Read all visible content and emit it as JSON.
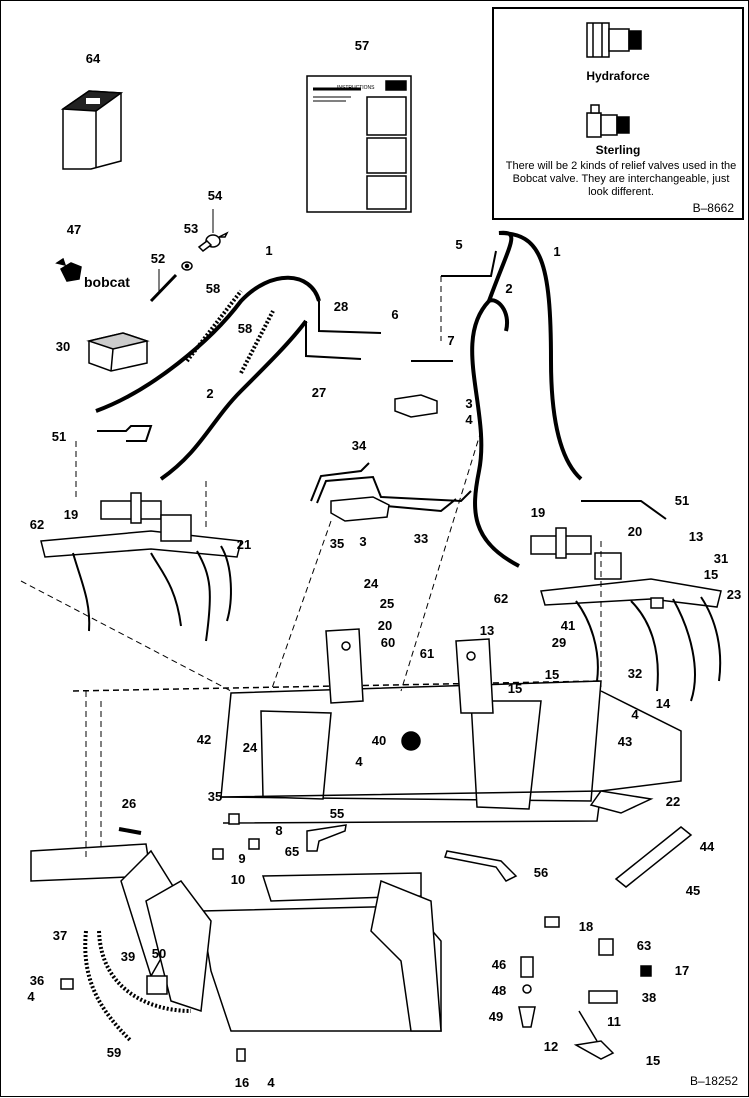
{
  "callouts": [
    {
      "id": "64",
      "text": "64"
    },
    {
      "id": "57",
      "text": "57"
    },
    {
      "id": "54",
      "text": "54"
    },
    {
      "id": "47",
      "text": "47"
    },
    {
      "id": "53",
      "text": "53"
    },
    {
      "id": "52",
      "text": "52"
    },
    {
      "id": "1a",
      "text": "1"
    },
    {
      "id": "5",
      "text": "5"
    },
    {
      "id": "1b",
      "text": "1"
    },
    {
      "id": "58a",
      "text": "58"
    },
    {
      "id": "58b",
      "text": "58"
    },
    {
      "id": "2a",
      "text": "2"
    },
    {
      "id": "28",
      "text": "28"
    },
    {
      "id": "6",
      "text": "6"
    },
    {
      "id": "30",
      "text": "30"
    },
    {
      "id": "7",
      "text": "7"
    },
    {
      "id": "27",
      "text": "27"
    },
    {
      "id": "2b",
      "text": "2"
    },
    {
      "id": "3a",
      "text": "3"
    },
    {
      "id": "4a",
      "text": "4"
    },
    {
      "id": "51a",
      "text": "51"
    },
    {
      "id": "34",
      "text": "34"
    },
    {
      "id": "19a",
      "text": "19"
    },
    {
      "id": "62a",
      "text": "62"
    },
    {
      "id": "21",
      "text": "21"
    },
    {
      "id": "35a",
      "text": "35"
    },
    {
      "id": "3b",
      "text": "3"
    },
    {
      "id": "33",
      "text": "33"
    },
    {
      "id": "51b",
      "text": "51"
    },
    {
      "id": "19b",
      "text": "19"
    },
    {
      "id": "20a",
      "text": "20"
    },
    {
      "id": "13a",
      "text": "13"
    },
    {
      "id": "31",
      "text": "31"
    },
    {
      "id": "15a",
      "text": "15"
    },
    {
      "id": "24a",
      "text": "24"
    },
    {
      "id": "25",
      "text": "25"
    },
    {
      "id": "62b",
      "text": "62"
    },
    {
      "id": "23",
      "text": "23"
    },
    {
      "id": "20b",
      "text": "20"
    },
    {
      "id": "60",
      "text": "60"
    },
    {
      "id": "13b",
      "text": "13"
    },
    {
      "id": "41",
      "text": "41"
    },
    {
      "id": "29",
      "text": "29"
    },
    {
      "id": "61",
      "text": "61"
    },
    {
      "id": "15b",
      "text": "15"
    },
    {
      "id": "32",
      "text": "32"
    },
    {
      "id": "15c",
      "text": "15"
    },
    {
      "id": "14",
      "text": "14"
    },
    {
      "id": "4b",
      "text": "4"
    },
    {
      "id": "42",
      "text": "42"
    },
    {
      "id": "40",
      "text": "40"
    },
    {
      "id": "43",
      "text": "43"
    },
    {
      "id": "24b",
      "text": "24"
    },
    {
      "id": "4c",
      "text": "4"
    },
    {
      "id": "22",
      "text": "22"
    },
    {
      "id": "26",
      "text": "26"
    },
    {
      "id": "35b",
      "text": "35"
    },
    {
      "id": "8",
      "text": "8"
    },
    {
      "id": "55",
      "text": "55"
    },
    {
      "id": "44",
      "text": "44"
    },
    {
      "id": "9",
      "text": "9"
    },
    {
      "id": "65",
      "text": "65"
    },
    {
      "id": "10",
      "text": "10"
    },
    {
      "id": "56",
      "text": "56"
    },
    {
      "id": "45",
      "text": "45"
    },
    {
      "id": "18",
      "text": "18"
    },
    {
      "id": "37",
      "text": "37"
    },
    {
      "id": "63",
      "text": "63"
    },
    {
      "id": "39",
      "text": "39"
    },
    {
      "id": "50",
      "text": "50"
    },
    {
      "id": "46",
      "text": "46"
    },
    {
      "id": "17",
      "text": "17"
    },
    {
      "id": "36",
      "text": "36"
    },
    {
      "id": "4d",
      "text": "4"
    },
    {
      "id": "48",
      "text": "48"
    },
    {
      "id": "38",
      "text": "38"
    },
    {
      "id": "49",
      "text": "49"
    },
    {
      "id": "11",
      "text": "11"
    },
    {
      "id": "59",
      "text": "59"
    },
    {
      "id": "12",
      "text": "12"
    },
    {
      "id": "15d",
      "text": "15"
    },
    {
      "id": "16",
      "text": "16"
    },
    {
      "id": "4e",
      "text": "4"
    }
  ],
  "inset": {
    "hydraforce_label": "Hydraforce",
    "sterling_label": "Sterling",
    "note": "There will be 2 kinds of relief valves used in the Bobcat valve. They are interchangeable, just look different.",
    "code": "B–8662"
  },
  "decal": {
    "brand_text": "bobcat",
    "instructions_text": "INSTRUCTIONS"
  },
  "figure_code": "B–18252"
}
